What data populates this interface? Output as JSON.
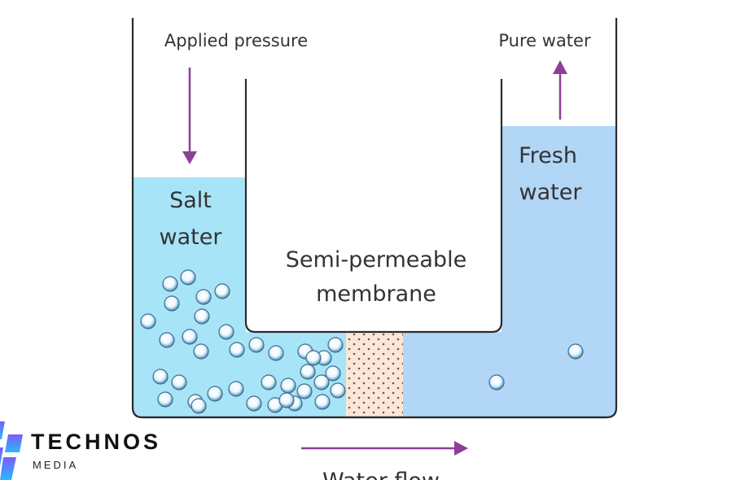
{
  "diagram": {
    "title": "Reverse osmosis",
    "labels": {
      "applied_pressure": "Applied pressure",
      "pure_water": "Pure water",
      "salt_water_line1": "Salt",
      "salt_water_line2": "water",
      "fresh_water_line1": "Fresh",
      "fresh_water_line2": "water",
      "membrane_line1": "Semi-permeable",
      "membrane_line2": "membrane",
      "water_flow": "Water flow"
    },
    "colors": {
      "salt_water": "#a8e4f7",
      "fresh_water": "#b2d6f6",
      "membrane": "#fbe6d8",
      "membrane_dots": "#6b5a55",
      "arrow": "#8e3f99",
      "wall": "#2b2b2b",
      "text": "#333333",
      "particle_edge": "#3f6f8f"
    },
    "arrows": {
      "applied_pressure": "down",
      "pure_water": "up",
      "water_flow": "right"
    },
    "salt_particle_count": 37,
    "fresh_particle_count": 2
  },
  "logo": {
    "name": "TECHNOS",
    "subtitle": "MEDIA"
  }
}
